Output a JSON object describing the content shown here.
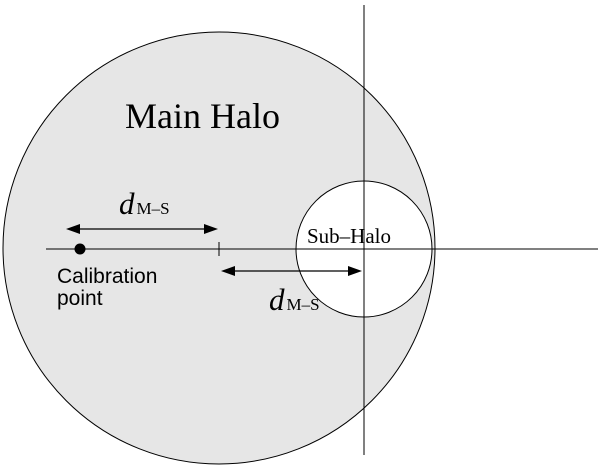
{
  "diagram": {
    "main_halo_label": "Main Halo",
    "sub_halo_label": "Sub–Halo",
    "calibration_label_line1": "Calibration",
    "calibration_label_line2": "point",
    "distance_top": {
      "symbol": "d",
      "subscript": "M–S"
    },
    "distance_bottom": {
      "symbol": "d",
      "subscript": "M–S"
    }
  }
}
